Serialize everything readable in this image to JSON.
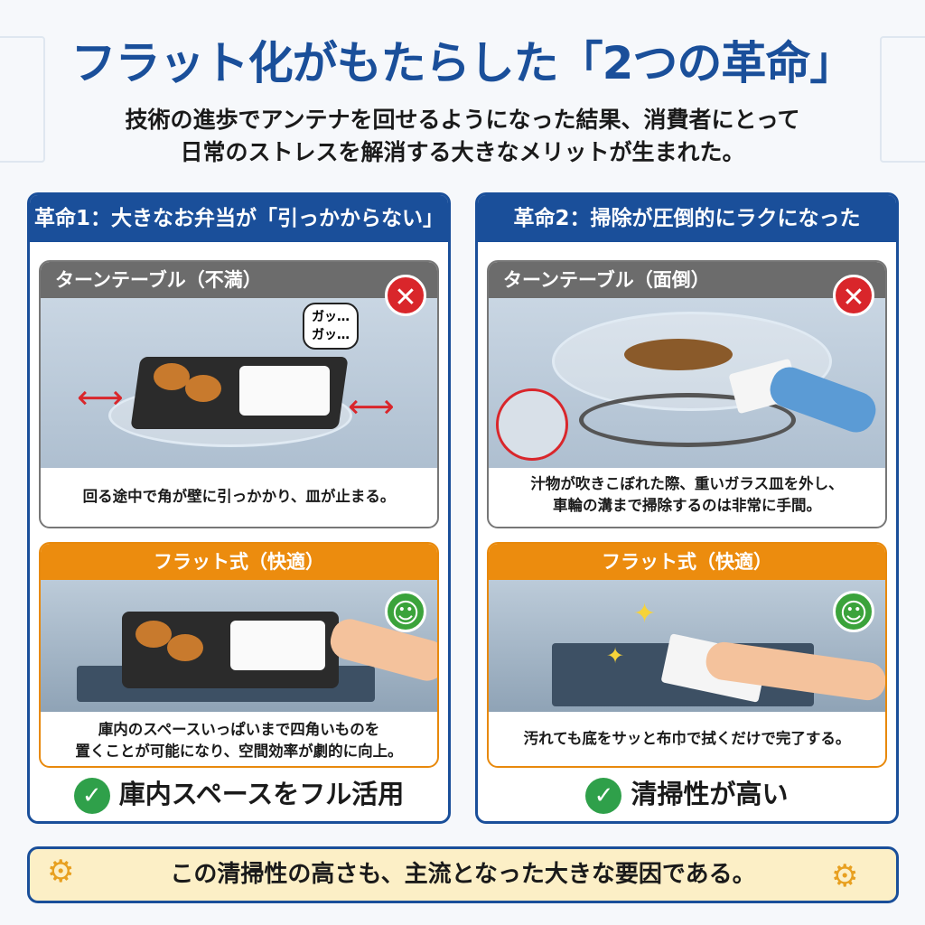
{
  "title": "フラット化がもたらした「2つの革命」",
  "subtitle": [
    "技術の進歩でアンテナを回せるようになった結果、消費者にとって",
    "日常のストレスを解消する大きなメリットが生まれた。"
  ],
  "cards": [
    {
      "header": "革命1：大きなお弁当が「引っかからない」",
      "bad": {
        "label": "ターンテーブル（不満）",
        "speech": [
          "ガッ…",
          "ガッ…"
        ],
        "caption": "回る途中で角が壁に引っかかり、皿が止まる。"
      },
      "good": {
        "label": "フラット式（快適）",
        "caption": [
          "庫内のスペースいっぱいまで四角いものを",
          "置くことが可能になり、空間効率が劇的に向上。"
        ]
      },
      "benefit": "庫内スペースをフル活用"
    },
    {
      "header": "革命2：掃除が圧倒的にラクになった",
      "bad": {
        "label": "ターンテーブル（面倒）",
        "caption": [
          "汁物が吹きこぼれた際、重いガラス皿を外し、",
          "車輪の溝まで掃除するのは非常に手間。"
        ]
      },
      "good": {
        "label": "フラット式（快適）",
        "caption": "汚れても底をサッと布巾で拭くだけで完了する。"
      },
      "benefit": "清掃性が高い"
    }
  ],
  "footer": "この清掃性の高さも、主流となった大きな要因である。",
  "colors": {
    "blue": "#1a4f9a",
    "orange": "#ec8c0e",
    "red": "#d9262b",
    "green": "#2fa04a"
  }
}
